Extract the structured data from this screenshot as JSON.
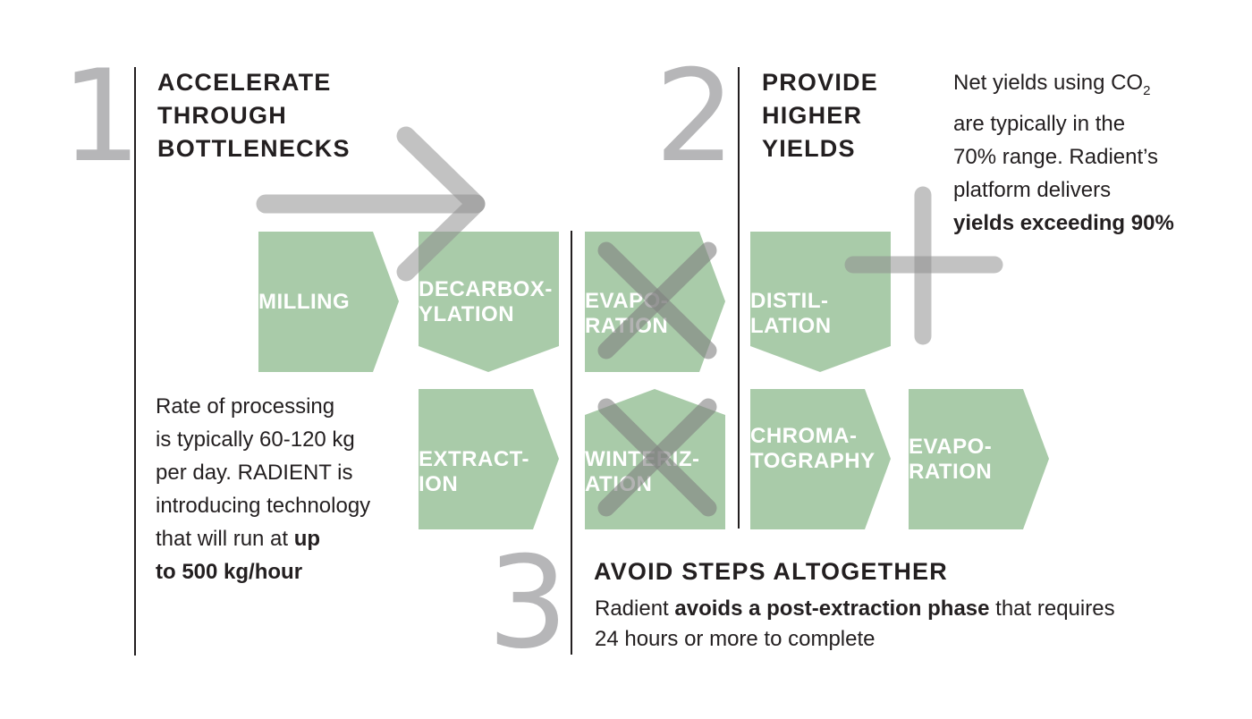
{
  "colors": {
    "tile_fill": "#a9cba9",
    "number_gray": "#b6b6b8",
    "overlay_gray": "#8f8f8f",
    "text": "#231f20"
  },
  "section1": {
    "number": "1",
    "heading": "ACCELERATE\nTHROUGH\nBOTTLENECKS",
    "body_line1": "Rate of processing",
    "body_line2": "is typically 60-120 kg",
    "body_line3": "per day. RADIENT is",
    "body_line4": "introducing technology",
    "body_line5_plain": "that will run at ",
    "body_line5_bold": "up",
    "body_line6_bold": "to 500 kg/hour",
    "arrow_icon": "right-arrow-icon"
  },
  "section2": {
    "number": "2",
    "heading": "PROVIDE\nHIGHER\nYIELDS",
    "body_line1_plain": "Net yields using CO",
    "body_line1_sub": "2",
    "body_line2": "are typically in the",
    "body_line3": "70% range. Radient’s",
    "body_line4": "platform delivers",
    "body_line5_bold": "yields exceeding 90%",
    "plus_icon": "plus-icon"
  },
  "section3": {
    "number": "3",
    "heading": "AVOID STEPS ALTOGETHER",
    "body_plain1": "Radient ",
    "body_bold": "avoids a post-extraction phase",
    "body_plain2": " that requires",
    "body_line2": "24 hours or more to complete",
    "cross_icon": "x-cross-icon"
  },
  "tiles": {
    "milling": "MILLING",
    "decarboxylation": "DECARBOX-\nYLATION",
    "evaporation_top": "EVAPO-\nRATION",
    "distillation": "DISTIL-\nLATION",
    "extraction": "EXTRACT-\nION",
    "winterization": "WINTERIZ-\nATION",
    "chromatography": "CHROMA-\nTOGRAPHY",
    "evaporation_bottom": "EVAPO-\nRATION"
  }
}
